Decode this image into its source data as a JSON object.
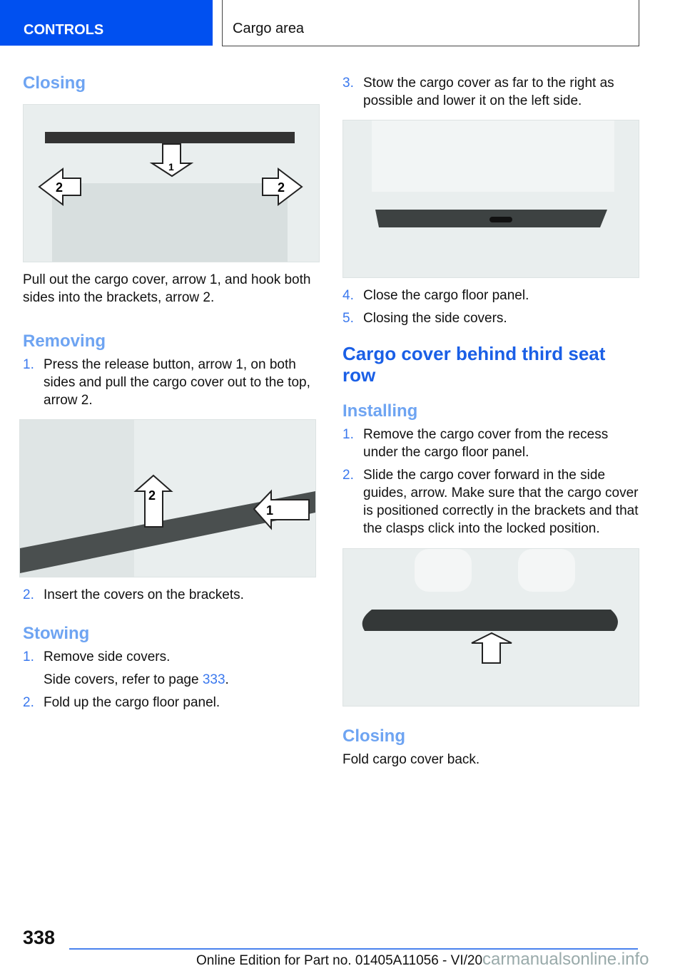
{
  "header": {
    "section": "CONTROLS",
    "title": "Cargo area"
  },
  "left": {
    "closing": {
      "title": "Closing",
      "text": "Pull out the cargo cover, arrow 1, and hook both sides into the brackets, arrow 2."
    },
    "removing": {
      "title": "Removing",
      "steps": [
        {
          "n": "1.",
          "text": "Press the release button, arrow 1, on both sides and pull the cargo cover out to the top, arrow 2."
        },
        {
          "n": "2.",
          "text": "Insert the covers on the brackets."
        }
      ]
    },
    "stowing": {
      "title": "Stowing",
      "steps": [
        {
          "n": "1.",
          "text": "Remove side covers."
        },
        {
          "n": "2.",
          "text": "Fold up the cargo floor panel."
        }
      ],
      "note_prefix": "Side covers, refer to page ",
      "note_link": "333",
      "note_suffix": "."
    }
  },
  "right": {
    "steps_a": [
      {
        "n": "3.",
        "text": "Stow the cargo cover as far to the right as possible and lower it on the left side."
      },
      {
        "n": "4.",
        "text": "Close the cargo floor panel."
      },
      {
        "n": "5.",
        "text": "Closing the side covers."
      }
    ],
    "section_title": "Cargo cover behind third seat row",
    "installing": {
      "title": "Installing",
      "steps": [
        {
          "n": "1.",
          "text": "Remove the cargo cover from the recess under the cargo floor panel."
        },
        {
          "n": "2.",
          "text": "Slide the cargo cover forward in the side guides, arrow. Make sure that the cargo cover is positioned correctly in the brackets and that the clasps click into the locked position."
        }
      ]
    },
    "closing": {
      "title": "Closing",
      "text": "Fold cargo cover back."
    }
  },
  "figures": {
    "arrow1": "1",
    "arrow2": "2"
  },
  "footer": {
    "page": "338",
    "edition": "Online Edition for Part no. 01405A11056 - VI/20",
    "watermark": "carmanualsonline.info"
  }
}
